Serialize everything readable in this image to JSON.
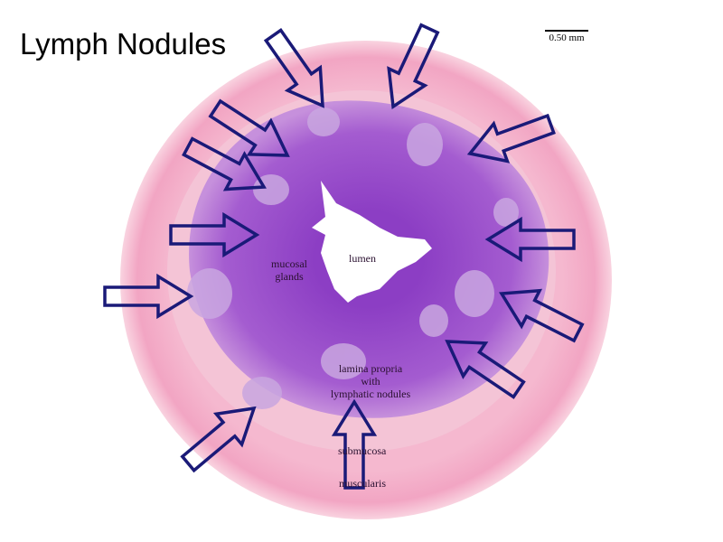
{
  "title": "Lymph Nodules",
  "scale_bar": "0.50 mm",
  "labels": {
    "lumen": "lumen",
    "mucosal_glands_1": "mucosal",
    "mucosal_glands_2": "glands",
    "lamina_1": "lamina propria",
    "lamina_2": "with",
    "lamina_3": "lymphatic nodules",
    "submucosa": "submucosa",
    "muscularis": "muscularis"
  },
  "colors": {
    "arrow": "#1a1a78",
    "muscularis": "#f2a9c4",
    "mucosa": "#9a4fc8",
    "nodule": "#c7a0dc"
  }
}
